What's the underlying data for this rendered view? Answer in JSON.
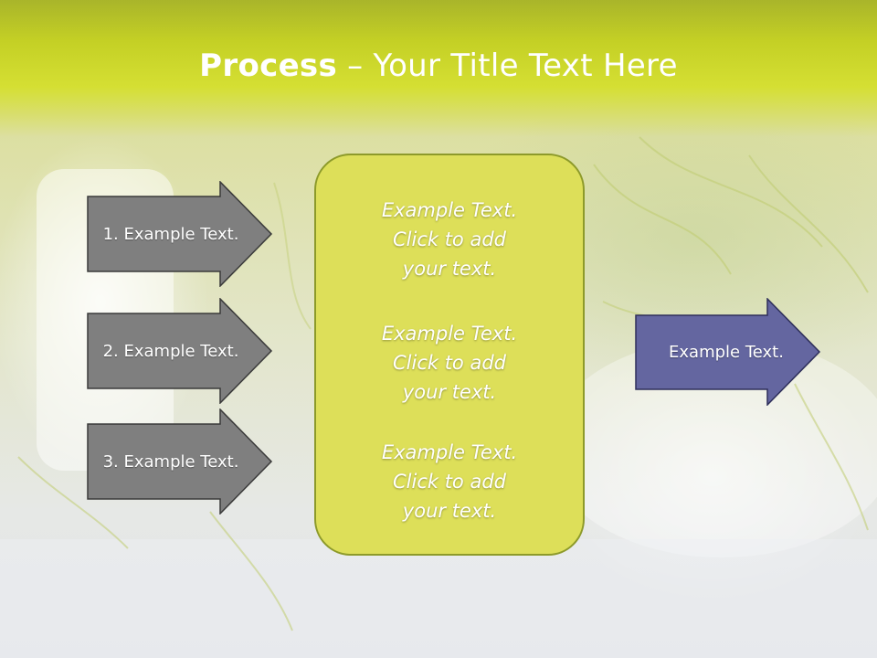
{
  "slide": {
    "title_bold": "Process",
    "title_rest": " – Your Title Text Here"
  },
  "left_arrows": [
    {
      "label": "1. Example Text."
    },
    {
      "label": "2. Example Text."
    },
    {
      "label": "3. Example Text."
    }
  ],
  "center_box": {
    "blocks": [
      {
        "line1": "Example Text.",
        "line2": "Click  to add",
        "line3": "your text."
      },
      {
        "line1": "Example Text.",
        "line2": "Click  to add",
        "line3": "your text."
      },
      {
        "line1": "Example Text.",
        "line2": "Click  to add",
        "line3": "your text."
      }
    ]
  },
  "right_arrow": {
    "label": "Example Text."
  },
  "colors": {
    "header": "#c4d025",
    "left_arrow_fill": "#7f7f7f",
    "center_box_fill": "#dddf59",
    "right_arrow_fill": "#6466a0"
  }
}
